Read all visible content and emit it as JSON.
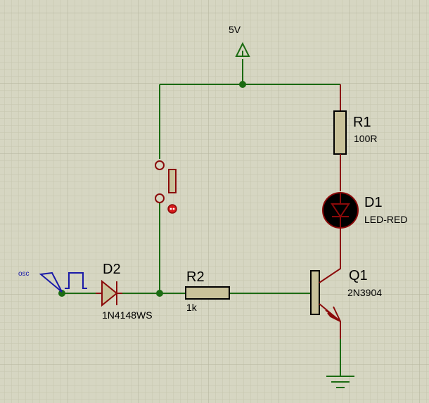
{
  "power": {
    "label": "5V"
  },
  "r1": {
    "ref": "R1",
    "value": "100R"
  },
  "d1": {
    "ref": "D1",
    "value": "LED-RED"
  },
  "q1": {
    "ref": "Q1",
    "value": "2N3904"
  },
  "r2": {
    "ref": "R2",
    "value": "1k"
  },
  "d2": {
    "ref": "D2",
    "value": "1N4148WS"
  },
  "osc": {
    "label": "osc"
  },
  "colors": {
    "grid": "#c4c4ac",
    "background": "#d6d6c2",
    "wire": "#1b6b12",
    "component": "#8b0a0a",
    "body": "#c9c29a",
    "generator": "#1a1aa8"
  }
}
